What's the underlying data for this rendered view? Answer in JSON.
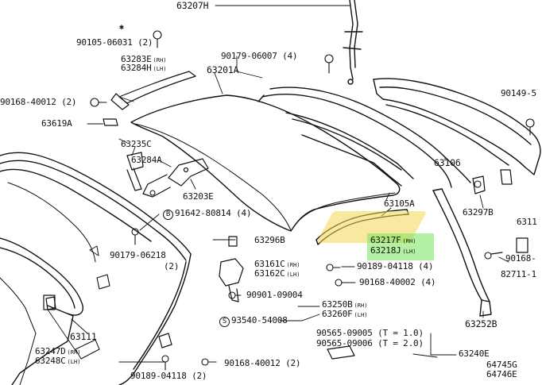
{
  "labels": {
    "p63207H": "63207H",
    "p90105_06031": "90105-06031 (2)",
    "p63283E": "63283E",
    "p63283E_sfx": "(RH)",
    "p63284H": "63284H",
    "p63284H_sfx": "(LH)",
    "p90179_06007": "90179-06007 (4)",
    "p63201A": "63201A",
    "p90168_40012_top": "90168-40012 (2)",
    "p90149_5": "90149-5",
    "p63619A": "63619A",
    "p63235C": "63235C",
    "p63284A": "63284A",
    "p63106": "63106",
    "p63203E": "63203E",
    "p63105A": "63105A",
    "p91642_80814": "91642-80814 (4)",
    "p63297B": "63297B",
    "p6311x": "6311",
    "p63217F": "63217F",
    "p63217F_sfx": "(RH)",
    "p63218J": "63218J",
    "p63218J_sfx": "(LH)",
    "p63296B": "63296B",
    "p90179_06218": "90179-06218",
    "p90179_06218_qty": "(2)",
    "p63161C": "63161C",
    "p63161C_sfx": "(RH)",
    "p63162C": "63162C",
    "p63162C_sfx": "(LH)",
    "p90189_04118_mid": "90189-04118 (4)",
    "p90168_40002": "90168-40002 (4)",
    "p90168_right": "90168-",
    "p82711_1": "82711-1",
    "p90901_09004": "90901-09004",
    "p63250B": "63250B",
    "p63250B_sfx": "(RH)",
    "p63260F": "63260F",
    "p63260F_sfx": "(LH)",
    "p93540_54008": "93540-54008",
    "p63111": "63111",
    "p63252B": "63252B",
    "p90565_09005": "90565-09005 (T = 1.0)",
    "p90565_09006": "90565-09006 (T = 2.0)",
    "p63247D": "63247D",
    "p63247D_sfx": "(RH)",
    "p63248C": "63248C",
    "p63248C_sfx": "(LH)",
    "p63240E": "63240E",
    "p64745G": "64745G",
    "p64746E": "64746E",
    "p90189_04118_bot": "90189-04118 (2)",
    "p90168_40012_bot": "90168-40012 (2)"
  },
  "markers": {
    "star": "✱",
    "circle_b": "B",
    "circle_s": "S"
  },
  "colors": {
    "highlight": "#78e65a"
  }
}
